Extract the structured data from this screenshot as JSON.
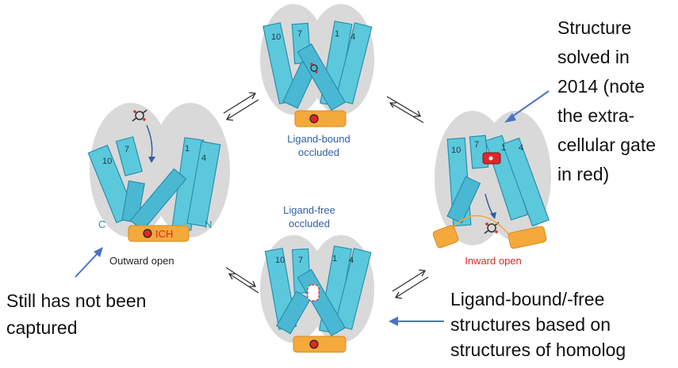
{
  "states": {
    "outward_open": {
      "label": "Outward open",
      "helices": [
        "10",
        "7",
        "1",
        "4"
      ],
      "c_label": "C",
      "n_label": "N",
      "ich_label": "ICH"
    },
    "ligand_bound_occluded": {
      "label_line1": "Ligand-bound",
      "label_line2": "occluded",
      "helices": [
        "10",
        "7",
        "1",
        "4"
      ]
    },
    "ligand_free_occluded": {
      "label_line1": "Ligand-free",
      "label_line2": "occluded",
      "helices": [
        "10",
        "7",
        "1",
        "4"
      ]
    },
    "inward_open": {
      "label": "Inward open",
      "helices": [
        "10",
        "7",
        "1",
        "4"
      ]
    }
  },
  "annotations": {
    "top_right": [
      "Structure",
      "solved in",
      "2014 (note",
      "the extra-",
      "cellular gate",
      "in red)"
    ],
    "bottom_left": [
      "Still has not been",
      "captured"
    ],
    "bottom_right": [
      "Ligand-bound/-free",
      "structures based on",
      "structures of homolog"
    ]
  },
  "colors": {
    "helix": "#5cc8dc",
    "membrane_blob": "#d9d9d9",
    "ich_bar": "#f4a93a",
    "ligand_site": "#e0262b",
    "label_blue": "#2f5fa8",
    "annotation_arrow": "#4a73c4"
  }
}
